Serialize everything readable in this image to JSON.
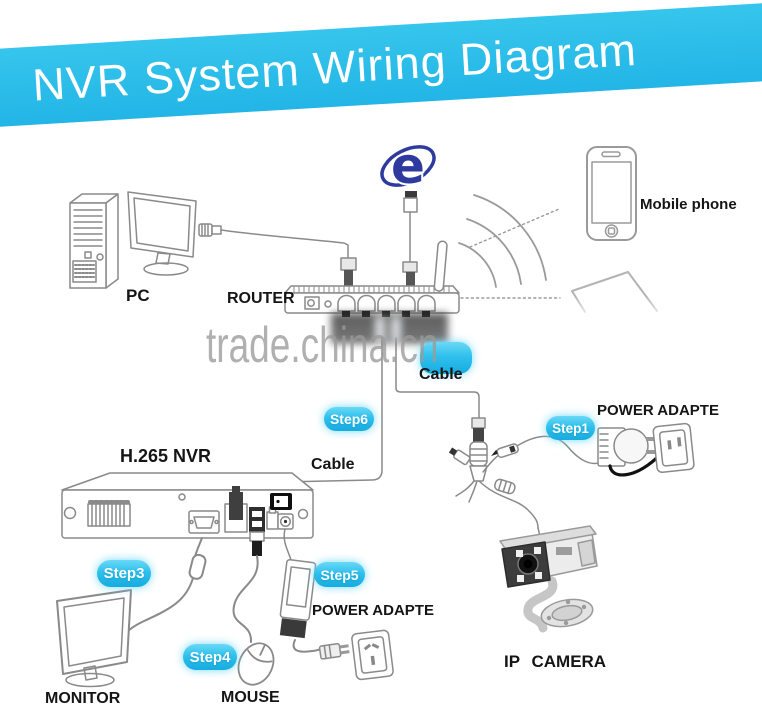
{
  "banner": {
    "title": "NVR System Wiring Diagram",
    "color": "#2bbde9"
  },
  "watermark": {
    "text": "trade.china.cn"
  },
  "devices": {
    "pc": {
      "label": "PC"
    },
    "router": {
      "label": "ROUTER"
    },
    "mobile_phone": {
      "label": "Mobile phone"
    },
    "internet": {
      "icon": "internet-explorer-e-logo"
    },
    "nvr": {
      "label": "H.265 NVR"
    },
    "monitor": {
      "label": "MONITOR"
    },
    "mouse": {
      "label": "MOUSE"
    },
    "ip_camera": {
      "label": "IP CAMERA"
    },
    "power_adapter_camera": {
      "label": "POWER ADAPTE"
    },
    "power_adapter_nvr": {
      "label": "POWER ADAPTE"
    }
  },
  "cables": {
    "router_to_ip_camera": {
      "label": "Cable"
    },
    "nvr_to_router": {
      "label": "Cable"
    }
  },
  "steps": {
    "step1": "Step1",
    "step2_obscured": "",
    "step3": "Step3",
    "step4": "Step4",
    "step5": "Step5",
    "step6": "Step6"
  },
  "colors": {
    "banner_cyan": "#2bbde9",
    "badge_cyan": "#35c6ee",
    "ie_blue": "#2e3a9f",
    "watermark_gray": "#9b9b9b"
  }
}
